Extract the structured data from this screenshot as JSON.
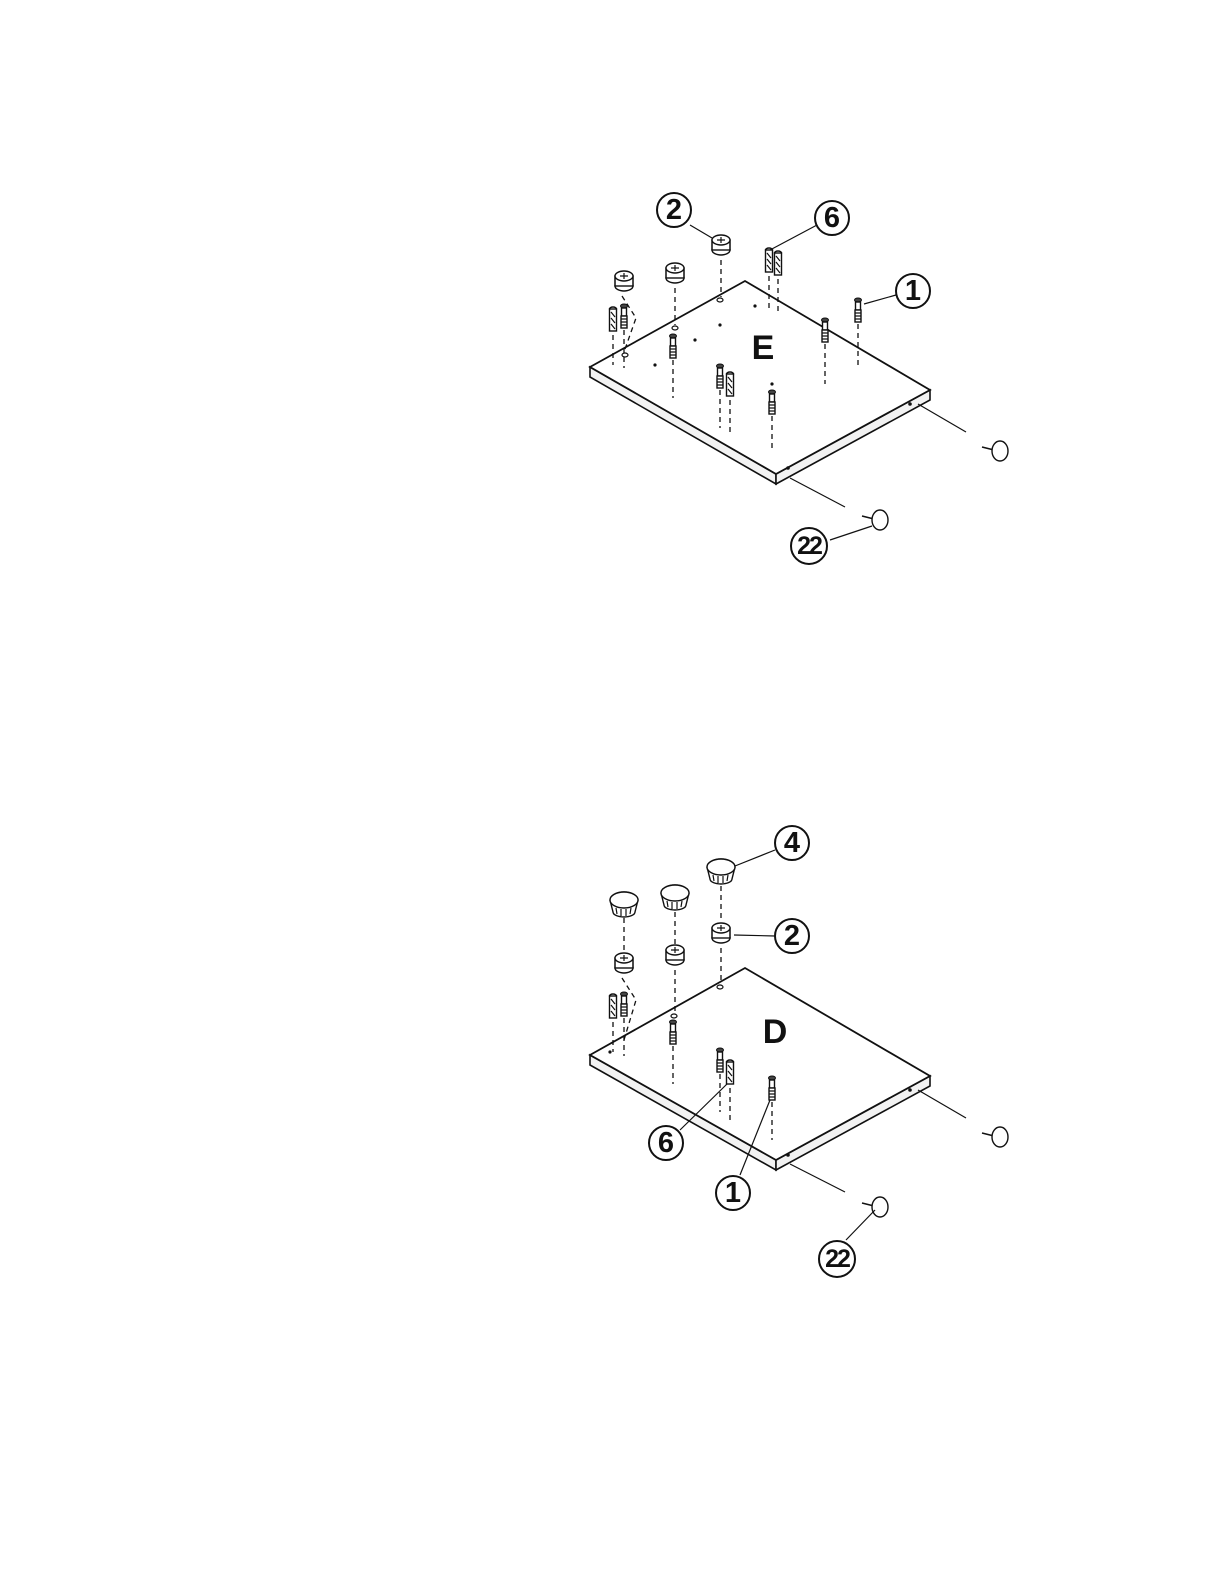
{
  "diagrams": [
    {
      "panel_label": "E",
      "callouts": [
        "2",
        "6",
        "1",
        "22"
      ]
    },
    {
      "panel_label": "D",
      "callouts": [
        "4",
        "2",
        "6",
        "1",
        "22"
      ]
    }
  ]
}
